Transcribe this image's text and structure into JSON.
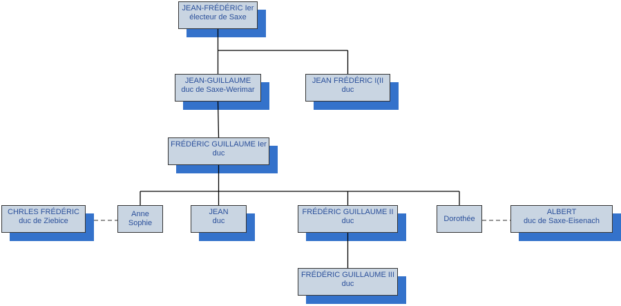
{
  "diagram": {
    "type": "family-tree",
    "colors": {
      "box_fill": "#c9d5e2",
      "box_border": "#333333",
      "box_text": "#2a4f9a",
      "shadow": "#3472cb",
      "connector": "#000000",
      "spouse_connector": "#555555"
    },
    "nodes": [
      {
        "id": "jf1",
        "line1": "JEAN-FRÉDÉRIC Ier",
        "line2": "électeur de Saxe"
      },
      {
        "id": "jg",
        "line1": "JEAN-GUILLAUME",
        "line2": "duc de Saxe-Werimar"
      },
      {
        "id": "jf2",
        "line1": "JEAN FRÉDÉRIC I(II",
        "line2": "duc"
      },
      {
        "id": "fg1",
        "line1": "FRÉDÉRIC GUILLAUME Ier",
        "line2": "duc"
      },
      {
        "id": "cf",
        "line1": "CHRLES FRÉDÉRIC",
        "line2": "duc de Ziebice"
      },
      {
        "id": "anne",
        "line1": "Anne",
        "line2": "Sophie"
      },
      {
        "id": "jean",
        "line1": "JEAN",
        "line2": "duc"
      },
      {
        "id": "fg2",
        "line1": "FRÉDÉRIC GUILLAUME II",
        "line2": "duc"
      },
      {
        "id": "doro",
        "line1": "Dorothée",
        "line2": ""
      },
      {
        "id": "albert",
        "line1": "ALBERT",
        "line2": "duc de Saxe-Eisenach"
      },
      {
        "id": "fg3",
        "line1": "FRÉDÉRIC GUILLAUME III",
        "line2": "duc"
      }
    ],
    "parent_links": [
      {
        "parent": "jf1",
        "children": [
          "jg",
          "jf2"
        ]
      },
      {
        "parent": "jg",
        "children": [
          "fg1"
        ]
      },
      {
        "parent": "fg1",
        "children": [
          "anne",
          "jean",
          "fg2",
          "doro"
        ]
      },
      {
        "parent": "fg2",
        "children": [
          "fg3"
        ]
      }
    ],
    "spouse_links": [
      {
        "a": "cf",
        "b": "anne"
      },
      {
        "a": "doro",
        "b": "albert"
      }
    ]
  }
}
